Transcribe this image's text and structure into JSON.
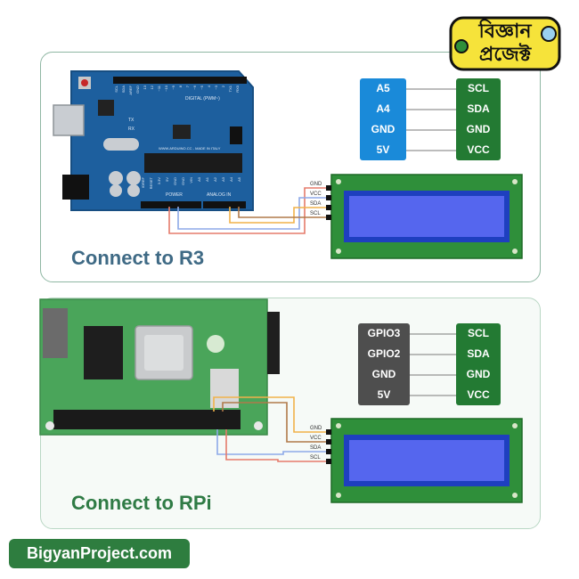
{
  "brand": {
    "logo_text": "বিজ্ঞান প্রজেক্ট",
    "site": "BigyanProject.com"
  },
  "sections": {
    "r3": {
      "title": "Connect to R3",
      "board_pins": [
        "A5",
        "A4",
        "GND",
        "5V"
      ],
      "lcd_pins": [
        "SCL",
        "SDA",
        "GND",
        "VCC"
      ],
      "lcd_header_labels": [
        "GND",
        "VCC",
        "SDA",
        "SCL"
      ],
      "board_labels": {
        "digital": "DIGITAL (PWM~)",
        "analog": "ANALOG IN",
        "power": "POWER",
        "site": "WWW.ARDUINO.CC - MADE IN ITALY",
        "pin_numbers": [
          "SCL",
          "SDA",
          "AREF",
          "GND",
          "13",
          "12",
          "~11",
          "~10",
          "~9",
          "8",
          "7",
          "~6",
          "~5",
          "4",
          "~3",
          "2",
          "TX1",
          "RX0"
        ],
        "bottom_pins": [
          "IOREF",
          "RESET",
          "3.3V",
          "5V",
          "GND",
          "GND",
          "VIN",
          "A0",
          "A1",
          "A2",
          "A3",
          "A4",
          "A5"
        ],
        "tx": "TX",
        "rx": "RX"
      }
    },
    "rpi": {
      "title": "Connect to RPi",
      "board_pins": [
        "GPIO3",
        "GPIO2",
        "GND",
        "5V"
      ],
      "lcd_pins": [
        "SCL",
        "SDA",
        "GND",
        "VCC"
      ],
      "lcd_header_labels": [
        "GND",
        "VCC",
        "SDA",
        "SCL"
      ]
    }
  },
  "colors": {
    "arduino_blue": "#1d5f9e",
    "lcd_green": "#2f8f3a",
    "lcd_screen": "#5566ee",
    "rpi_green": "#4aa55a",
    "wire_red": "#e57b6b",
    "wire_orange": "#f1b24a",
    "wire_blue": "#8ea9e8",
    "wire_brown": "#b07a4a"
  }
}
